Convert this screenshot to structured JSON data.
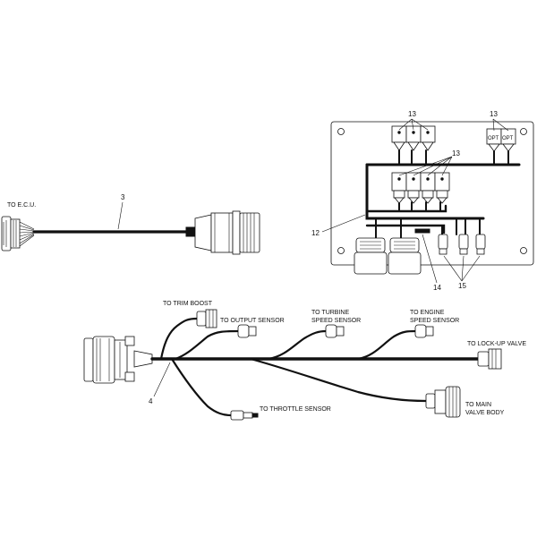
{
  "labels": {
    "to_ecu": "TO E.C.U.",
    "to_trim_boost": "TO TRIM BOOST",
    "to_output_sensor": "TO OUTPUT SENSOR",
    "to_turbine_1": "TO TURBINE",
    "to_turbine_2": "SPEED SENSOR",
    "to_engine_1": "TO ENGINE",
    "to_engine_2": "SPEED SENSOR",
    "to_lockup_valve": "TO LOCK-UP VALVE",
    "to_throttle_sensor": "TO THROTTLE SENSOR",
    "to_main_1": "TO MAIN",
    "to_main_2": "VALVE BODY",
    "opt": "OPT"
  },
  "callouts": {
    "c3": "3",
    "c4": "4",
    "c12": "12",
    "c13a": "13",
    "c13b": "13",
    "c13c": "13",
    "c14": "14",
    "c15": "15"
  },
  "colors": {
    "line": "#111111",
    "background": "#ffffff"
  }
}
